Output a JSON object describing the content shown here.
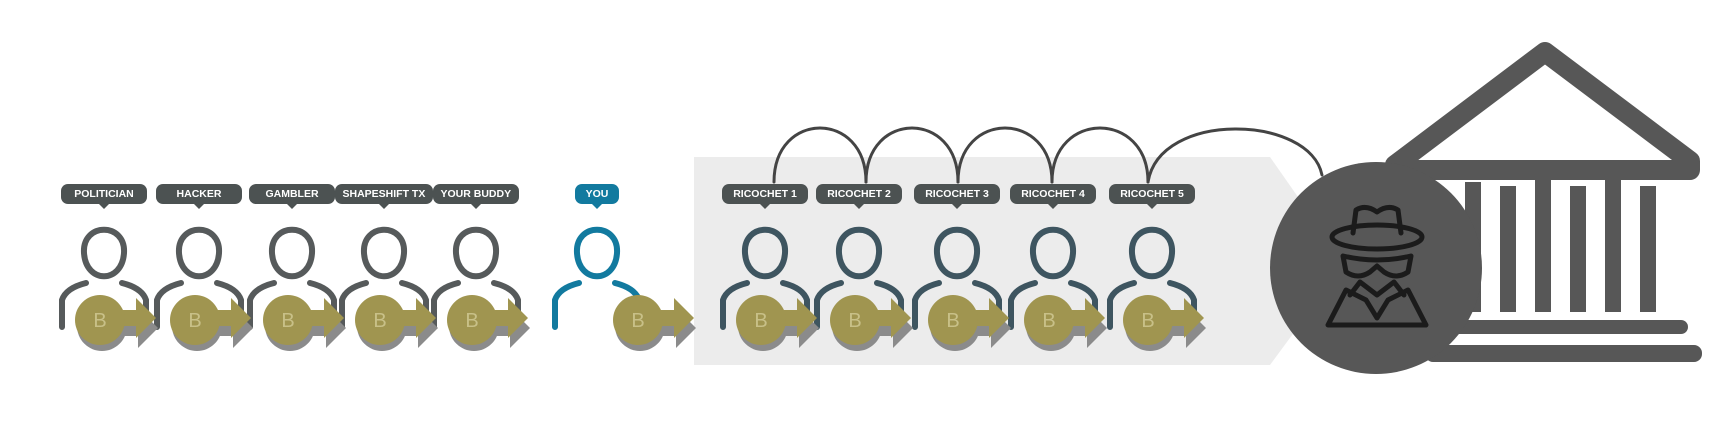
{
  "diagram": {
    "senders": [
      {
        "id": "politician",
        "label": "POLITICIAN"
      },
      {
        "id": "hacker",
        "label": "HACKER"
      },
      {
        "id": "gambler",
        "label": "GAMBLER"
      },
      {
        "id": "shapeshift-tx",
        "label": "SHAPESHIFT TX"
      },
      {
        "id": "your-buddy",
        "label": "YOUR BUDDY"
      }
    ],
    "you": {
      "label": "YOU"
    },
    "ricochets": [
      {
        "id": "ricochet-1",
        "label": "RICOCHET 1"
      },
      {
        "id": "ricochet-2",
        "label": "RICOCHET 2"
      },
      {
        "id": "ricochet-3",
        "label": "RICOCHET 3"
      },
      {
        "id": "ricochet-4",
        "label": "RICOCHET 4"
      },
      {
        "id": "ricochet-5",
        "label": "RICOCHET 5"
      }
    ],
    "coin_letter": "B",
    "icons": {
      "person": "person-outline-icon",
      "coin": "bitcoin-coin-icon",
      "spy": "spy-icon",
      "bank": "bank-building-icon"
    },
    "colors": {
      "background": "#ffffff",
      "label_dark": "#4c5252",
      "you_accent": "#127a9f",
      "person_dark": "#565a5b",
      "person_ricochet": "#3e5560",
      "coin": "#a09550",
      "coin_shadow": "#8b8b8b",
      "coin_letter": "#c8c088",
      "ricochet_zone": "#ececec",
      "bank": "#575757",
      "spy_circle": "#575757",
      "spy_figure": "#1b1b1b",
      "arc": "#444444"
    }
  }
}
